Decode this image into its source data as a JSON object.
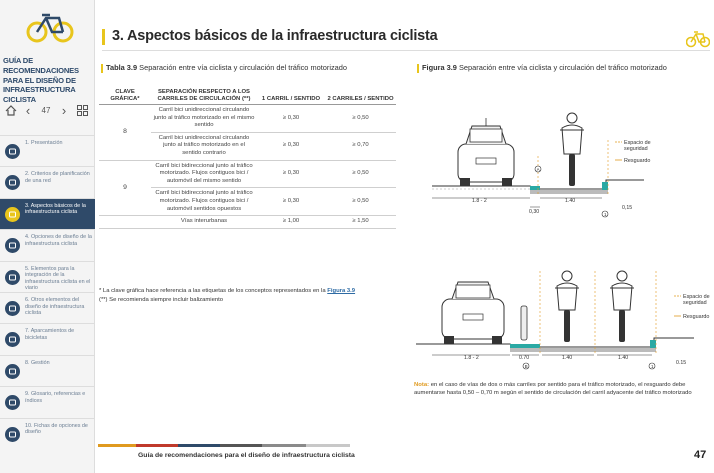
{
  "sidebar": {
    "guide_title": [
      "GUÍA DE RECOMENDACIONES",
      "PARA EL DISEÑO DE",
      "INFRAESTRUCTURA CICLISTA"
    ],
    "page_current": "47",
    "items": [
      {
        "label": "1. Presentación",
        "icon": "presentation-icon",
        "active": false
      },
      {
        "label": "2. Criterios de planificación de una red",
        "icon": "bike-path-icon",
        "active": false
      },
      {
        "label": "3. Aspectos básicos de la infraestructura ciclista",
        "icon": "cyclist-icon",
        "active": true
      },
      {
        "label": "4. Opciones de diseño de la infraestructura ciclista",
        "icon": "design-icon",
        "active": false
      },
      {
        "label": "5. Elementos para la integración de la infraestructura ciclista en el viario",
        "icon": "vehicle-icon",
        "active": false
      },
      {
        "label": "6. Otros elementos del diseño de infraestructura ciclista",
        "icon": "elements-icon",
        "active": false
      },
      {
        "label": "7. Aparcamientos de bicicletas",
        "icon": "parking-icon",
        "active": false
      },
      {
        "label": "8. Gestión",
        "icon": "management-icon",
        "active": false
      },
      {
        "label": "9. Glosario, referencias e índices",
        "icon": "glossary-icon",
        "active": false
      },
      {
        "label": "10. Fichas de opciones de diseño",
        "icon": "sheets-icon",
        "active": false
      }
    ]
  },
  "header": {
    "title": "3. Aspectos básicos de la infraestructura ciclista"
  },
  "table": {
    "label": "Tabla 3.9",
    "title": "Separación entre vía ciclista y circulación del tráfico motorizado",
    "headers": [
      "CLAVE GRÁFICA*",
      "SEPARACIÓN RESPECTO A LOS CARRILES DE CIRCULACIÓN (**)",
      "1 CARRIL / SENTIDO",
      "2 CARRILES / SENTIDO"
    ],
    "rows": [
      {
        "code": "8",
        "desc": "Carril bici unidireccional circulando junto al tráfico motorizado en el mismo sentido",
        "one": "≥ 0,30",
        "two": "≥ 0,50"
      },
      {
        "code": "",
        "desc": "Carril bici unidireccional circulando junto al tráfico motorizado en el sentido contrario",
        "one": "≥ 0,30",
        "two": "≥ 0,70"
      },
      {
        "code": "9",
        "desc": "Carril bici bidireccional junto al tráfico motorizado. Flujos contiguos bici / automóvil del mismo sentido",
        "one": "≥ 0,30",
        "two": "≥ 0,50"
      },
      {
        "code": "",
        "desc": "Carril bici bidireccional junto al tráfico motorizado. Flujos contiguos bici / automóvil sentidos opuestos",
        "one": "≥ 0,30",
        "two": "≥ 0,50"
      },
      {
        "code": "",
        "desc": "Vías interurbanas",
        "one": "≥ 1,00",
        "two": "≥ 1,50"
      }
    ],
    "note1_text": "* La clave gráfica hace referencia a las etiquetas de los conceptos representados en la",
    "note1_link": "Figura 3.9",
    "note2": "(**) Se recomienda siempre incluir balizamiento"
  },
  "figure": {
    "label": "Figura 3.9",
    "title": "Separación entre vía ciclista y circulación del tráfico motorizado",
    "top": {
      "legend_safety": [
        "Espacio de",
        "seguridad"
      ],
      "legend_guard": "Resguardo",
      "dim_lane": "1.8 - 2",
      "dim_bike": "1.40",
      "dim_buffer": "0,30",
      "dim_edge": "0,15",
      "marker_a": "A",
      "marker_1": "1"
    },
    "bottom": {
      "legend_safety": [
        "Espacio de",
        "seguridad"
      ],
      "legend_guard": "Resguardo",
      "dim_lane": "1.8 - 2",
      "dim_buffer": "0.70",
      "dim_bike1": "1.40",
      "dim_bike2": "1.40",
      "dim_edge": "0.15",
      "marker_b": "B",
      "marker_1": "1"
    },
    "note_label": "Nota:",
    "note_text": "en el caso de vías de dos o más carriles por sentido para el tráfico motorizado, el resguardo debe aumentarse hasta 0,50 – 0,70 m según el sentido de circulación del carril adyacente del tráfico motorizado"
  },
  "footer": {
    "text": "Guía de recomendaciones para el diseño de infraestructura ciclista",
    "page": "47"
  },
  "colors": {
    "accent": "#e8c51c",
    "navy": "#2f4a69",
    "teal": "#2aa9a4",
    "orange": "#e09a1f"
  }
}
